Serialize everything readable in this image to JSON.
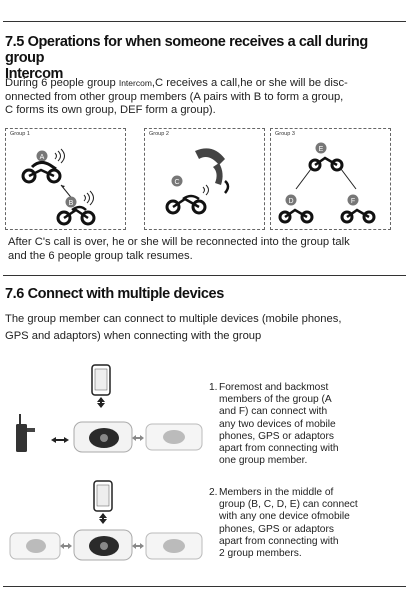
{
  "sections": {
    "s75": {
      "heading_line1": "7.5 Operations for when someone  receives a call during group",
      "heading_line2": "Intercom",
      "intro_line1_pre": "During 6 people group ",
      "intro_line1_small": "Intercom",
      "intro_line1_post": ",C receives a call,he or she will be disc-",
      "intro_line2": "onnected from other group members (A pairs with B to form a group,",
      "intro_line3": "C forms its own group, DEF form a group).",
      "panels": [
        {
          "label": "Group 1",
          "riders": [
            "A",
            "B"
          ]
        },
        {
          "label": "Group 2",
          "riders": [
            "C"
          ]
        },
        {
          "label": "Group 3",
          "riders": [
            "E",
            "D",
            "F"
          ]
        }
      ],
      "after_line1": "After C's call is over, he or she will be reconnected into the group talk",
      "after_line2": "and the 6 people group talk resumes."
    },
    "s76": {
      "heading": "7.6 Connect with multiple devices",
      "intro_line1": "The group member can connect to multiple devices (mobile phones,",
      "intro_line2": " GPS and adaptors) when connecting with the group",
      "items": [
        {
          "num": "1.",
          "lines": [
            "Foremost  and  backmost",
            "members  of  the  group  (A",
            "and  F)  can  connect  with",
            "any  two  devices  of  mobile",
            "phones,  GPS  or  adaptors",
            "apart from connecting with",
            "one group member."
          ]
        },
        {
          "num": "2.",
          "lines": [
            "Members  in  the  middle  of",
            "group (B, C, D, E) can connect",
            "with any one device ofmobile",
            "phones,  GPS  or  adaptors",
            "apart  from  connecting  with",
            "2 group members."
          ]
        }
      ]
    }
  },
  "colors": {
    "rule": "#333333",
    "text": "#222222",
    "dashed": "#666666"
  }
}
